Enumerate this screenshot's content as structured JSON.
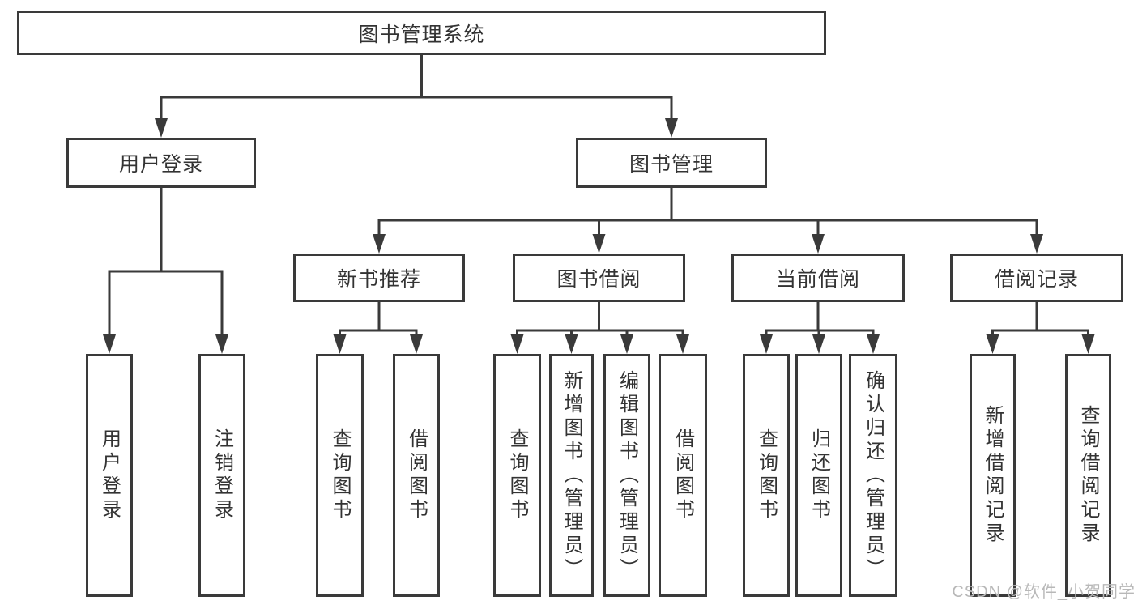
{
  "diagram": {
    "root": "图书管理系统",
    "user_login": "用户登录",
    "book_mgmt": "图书管理",
    "new_book_rec": "新书推荐",
    "book_borrow": "图书借阅",
    "current_borrow": "当前借阅",
    "borrow_record": "借阅记录",
    "leaf_user_login": "用户登录",
    "leaf_logout": "注销登录",
    "rec_query_book": "查询图书",
    "rec_borrow_book": "借阅图书",
    "bb_query_book": "查询图书",
    "bb_add_book": "新增图书（管理员）",
    "bb_edit_book": "编辑图书（管理员）",
    "bb_borrow_book": "借阅图书",
    "cb_query_book": "查询图书",
    "cb_return_book": "归还图书",
    "cb_confirm_return": "确认归还（管理员）",
    "br_add_record": "新增借阅记录",
    "br_query_record": "查询借阅记录"
  },
  "watermark": "CSDN @软件_小贺同学",
  "colors": {
    "line": "#3a3a3a",
    "text": "#333333",
    "watermark": "#b8b8b8",
    "background": "#ffffff"
  }
}
